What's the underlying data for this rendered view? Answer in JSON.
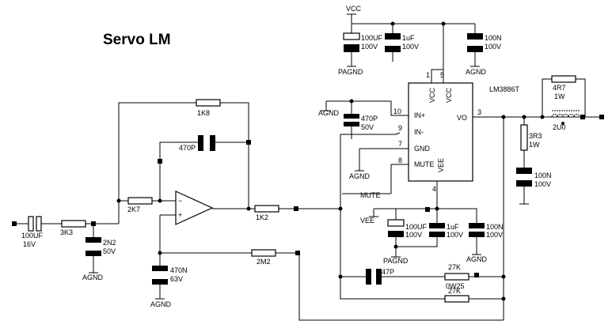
{
  "title": "Servo LM",
  "ic": {
    "part": "LM3886T",
    "vcc1": "VCC",
    "vcc2": "VCC",
    "in_plus": "IN+",
    "in_minus": "IN-",
    "gnd": "GND",
    "mute": "MUTE",
    "vo": "VO",
    "vee": "VEE",
    "p1": "1",
    "p5": "5",
    "p10": "10",
    "p9": "9",
    "p7": "7",
    "p8": "8",
    "p3": "3",
    "p4": "4"
  },
  "nets": {
    "vcc": "VCC",
    "vee": "VEE",
    "pagnd_top": "PAGND",
    "pagnd_bot": "PAGND",
    "agnd_in": "AGND",
    "agnd_2": "AGND",
    "agnd_3": "AGND",
    "agnd_top": "AGND",
    "agnd_mute": "AGND",
    "agnd_bot": "AGND",
    "mute": "MUTE"
  },
  "parts": {
    "c_in": [
      "100UF",
      "16V"
    ],
    "r_in": "3K3",
    "c_in_gnd": [
      "2N2",
      "50V"
    ],
    "r_inv": "2K7",
    "r_fb": "1K8",
    "c_fb": "470P",
    "r_out": "1K2",
    "c_servo": [
      "470N",
      "63V"
    ],
    "r_servo": "2M2",
    "c_top1": [
      "100UF",
      "100V"
    ],
    "c_top2": [
      "1uF",
      "100V"
    ],
    "c_top3": [
      "100N",
      "100V"
    ],
    "c_inp": [
      "470P",
      "50V"
    ],
    "c_bot1": [
      "100UF",
      "100V"
    ],
    "c_bot2": [
      "1uF",
      "100V"
    ],
    "c_bot3": [
      "100N",
      "100V"
    ],
    "r_zob_l": [
      "4R7",
      "1W"
    ],
    "l_out": "2U0",
    "r_zob": [
      "3R3",
      "1W"
    ],
    "c_zob": [
      "100N",
      "100V"
    ],
    "c_47p": "47P",
    "r_27k_a": [
      "27K",
      "0W25"
    ],
    "r_27k_b": "27K"
  }
}
